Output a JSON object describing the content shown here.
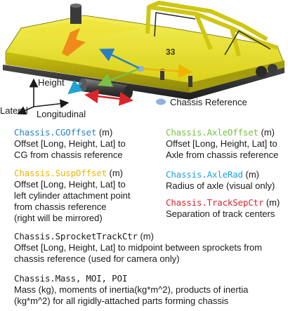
{
  "axes": {
    "height": "Height",
    "lateral": "Lateral",
    "longitudinal": "Longitudinal"
  },
  "legend": {
    "chassis_reference": "Chassis Reference"
  },
  "params": {
    "cg_offset": {
      "name": "Chassis.CGOffset",
      "unit": "(m)",
      "desc": [
        "Offset [Long, Height, Lat] to",
        "CG from chassis reference"
      ]
    },
    "axle_offset": {
      "name": "Chassis.AxleOffset",
      "unit": "(m)",
      "desc": [
        "Offset [Long, Height, Lat] to",
        "Axle from chassis reference"
      ]
    },
    "susp_offset": {
      "name": "Chassis.SuspOffset",
      "unit": "(m)",
      "desc": [
        "Offset [Long, Height, Lat] to",
        "left cylinder attachment point",
        "from chassis reference",
        "(right will be mirrored)"
      ]
    },
    "axle_rad": {
      "name": "Chassis.AxleRad",
      "unit": "(m)",
      "desc": [
        "Radius of axle (visual only)"
      ]
    },
    "track_sep": {
      "name": "Chassis.TrackSepCtr",
      "unit": "(m)",
      "desc": [
        "Separation of track centers"
      ]
    },
    "sprocket": {
      "name": "Chassis.SprocketTrackCtr",
      "unit": "(m)",
      "desc": [
        "Offset [Long, Height, Lat] to midpoint between sprockets from",
        "chassis reference (used for camera only)"
      ]
    },
    "mass": {
      "name": "Chassis.Mass, MOI, POI",
      "desc": [
        "Mass (kg), moments of inertia(kg*m^2), products of inertia",
        "(kg*m^2) for all rigidly-attached parts forming chassis"
      ]
    }
  },
  "colors": {
    "body_yellow": "#e8e01a",
    "cg_blue": "#2a7fc0",
    "axle_green": "#7ac143",
    "susp_yellow": "#f0b400",
    "rad_cyan": "#1fa3d6",
    "track_red": "#d9262c",
    "reference_dot": "#8fb3dc"
  }
}
